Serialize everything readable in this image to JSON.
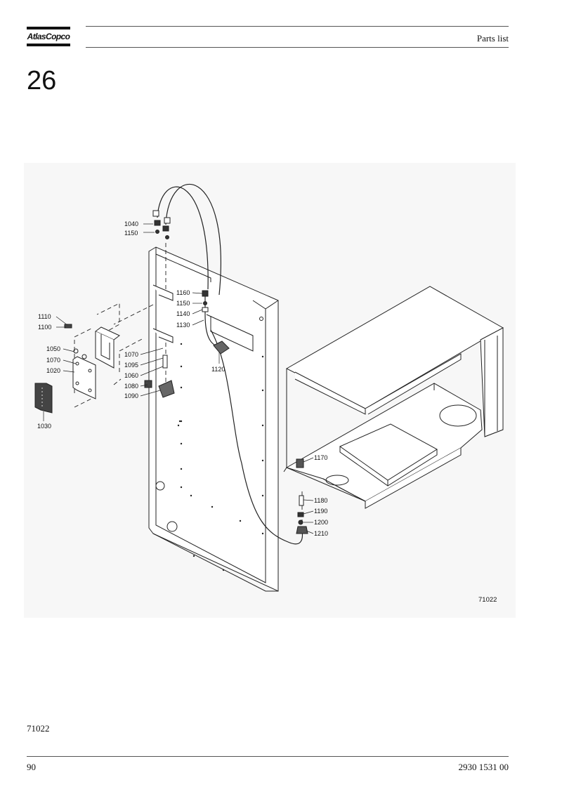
{
  "header": {
    "brand": "AtlasCopco",
    "doc_type": "Parts list"
  },
  "section": {
    "number": "26"
  },
  "figure": {
    "drawing_id": "71022",
    "caption": "71022",
    "callouts": {
      "c1040": "1040",
      "c1150a": "1150",
      "c1160": "1160",
      "c1150b": "1150",
      "c1140": "1140",
      "c1130": "1130",
      "c1120": "1120",
      "c1110": "1110",
      "c1100": "1100",
      "c1050": "1050",
      "c1070a": "1070",
      "c1020": "1020",
      "c1030": "1030",
      "c1070b": "1070",
      "c1095": "1095",
      "c1060": "1060",
      "c1080": "1080",
      "c1090": "1090",
      "c1170": "1170",
      "c1180": "1180",
      "c1190": "1190",
      "c1200": "1200",
      "c1210": "1210"
    }
  },
  "footer": {
    "page_number": "90",
    "doc_number": "2930 1531 00"
  }
}
